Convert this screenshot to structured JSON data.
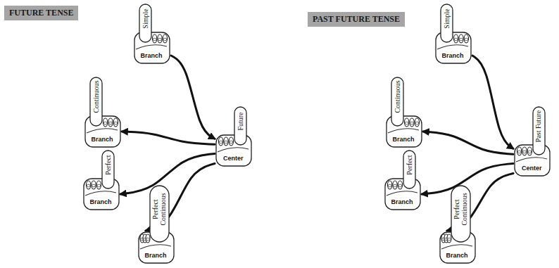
{
  "diagram": {
    "nodes": [
      {
        "text": [
          "FUTURE TENSE"
        ]
      },
      {
        "text": [
          "Simple",
          "Branch"
        ]
      },
      {
        "text": [
          "Continuous",
          "Branch"
        ]
      },
      {
        "text": [
          "Perfect",
          "Branch"
        ]
      },
      {
        "text": [
          "Perfect Continuous",
          "Branch"
        ]
      },
      {
        "text": [
          "Future",
          "Center"
        ]
      },
      {
        "text": [
          "PAST FUTURE TENSE"
        ]
      },
      {
        "text": [
          "Simple",
          "Branch"
        ]
      },
      {
        "text": [
          "Continuous",
          "Branch"
        ]
      },
      {
        "text": [
          "Perfect",
          "Branch"
        ]
      },
      {
        "text": [
          "Perfect Continuous",
          "Branch"
        ]
      },
      {
        "text": [
          "Past Future",
          "Center"
        ]
      }
    ],
    "edges": [
      {
        "from": 1,
        "to": 5,
        "arrow": "to"
      },
      {
        "from": 5,
        "to": 2,
        "arrow": "to"
      },
      {
        "from": 5,
        "to": 3,
        "arrow": "to"
      },
      {
        "from": 5,
        "to": 4,
        "arrow": "to"
      },
      {
        "from": 7,
        "to": 11,
        "arrow": "to"
      },
      {
        "from": 11,
        "to": 8,
        "arrow": "to"
      },
      {
        "from": 11,
        "to": 9,
        "arrow": "to"
      },
      {
        "from": 11,
        "to": 10,
        "arrow": "to"
      }
    ]
  }
}
